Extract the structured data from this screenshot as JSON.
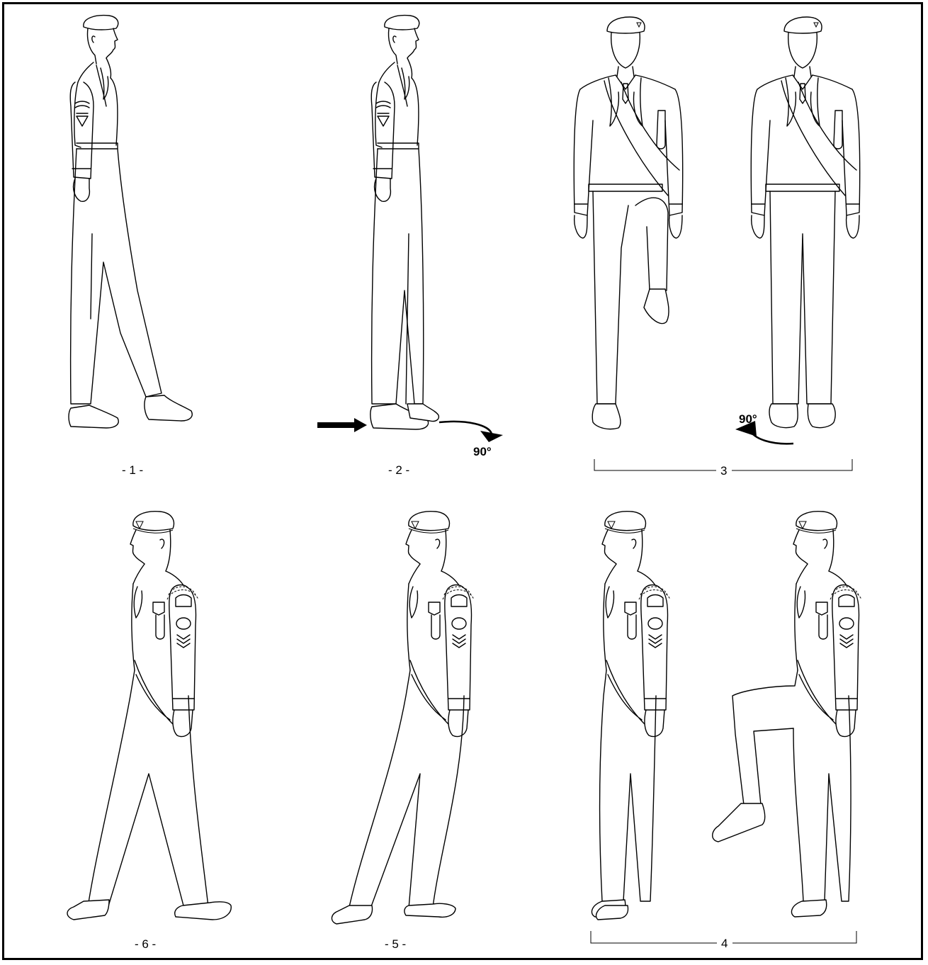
{
  "figure": {
    "steps": [
      {
        "id": "1",
        "label": "- 1 -"
      },
      {
        "id": "2",
        "label": "- 2 -"
      },
      {
        "id": "3",
        "label": "3"
      },
      {
        "id": "4",
        "label": "4"
      },
      {
        "id": "5",
        "label": "- 5 -"
      },
      {
        "id": "6",
        "label": "- 6 -"
      }
    ],
    "angle_labels": {
      "step2": "90°",
      "step3": "90°"
    },
    "icons": [
      "arrow-right-icon",
      "turn-arrow-icon"
    ]
  }
}
